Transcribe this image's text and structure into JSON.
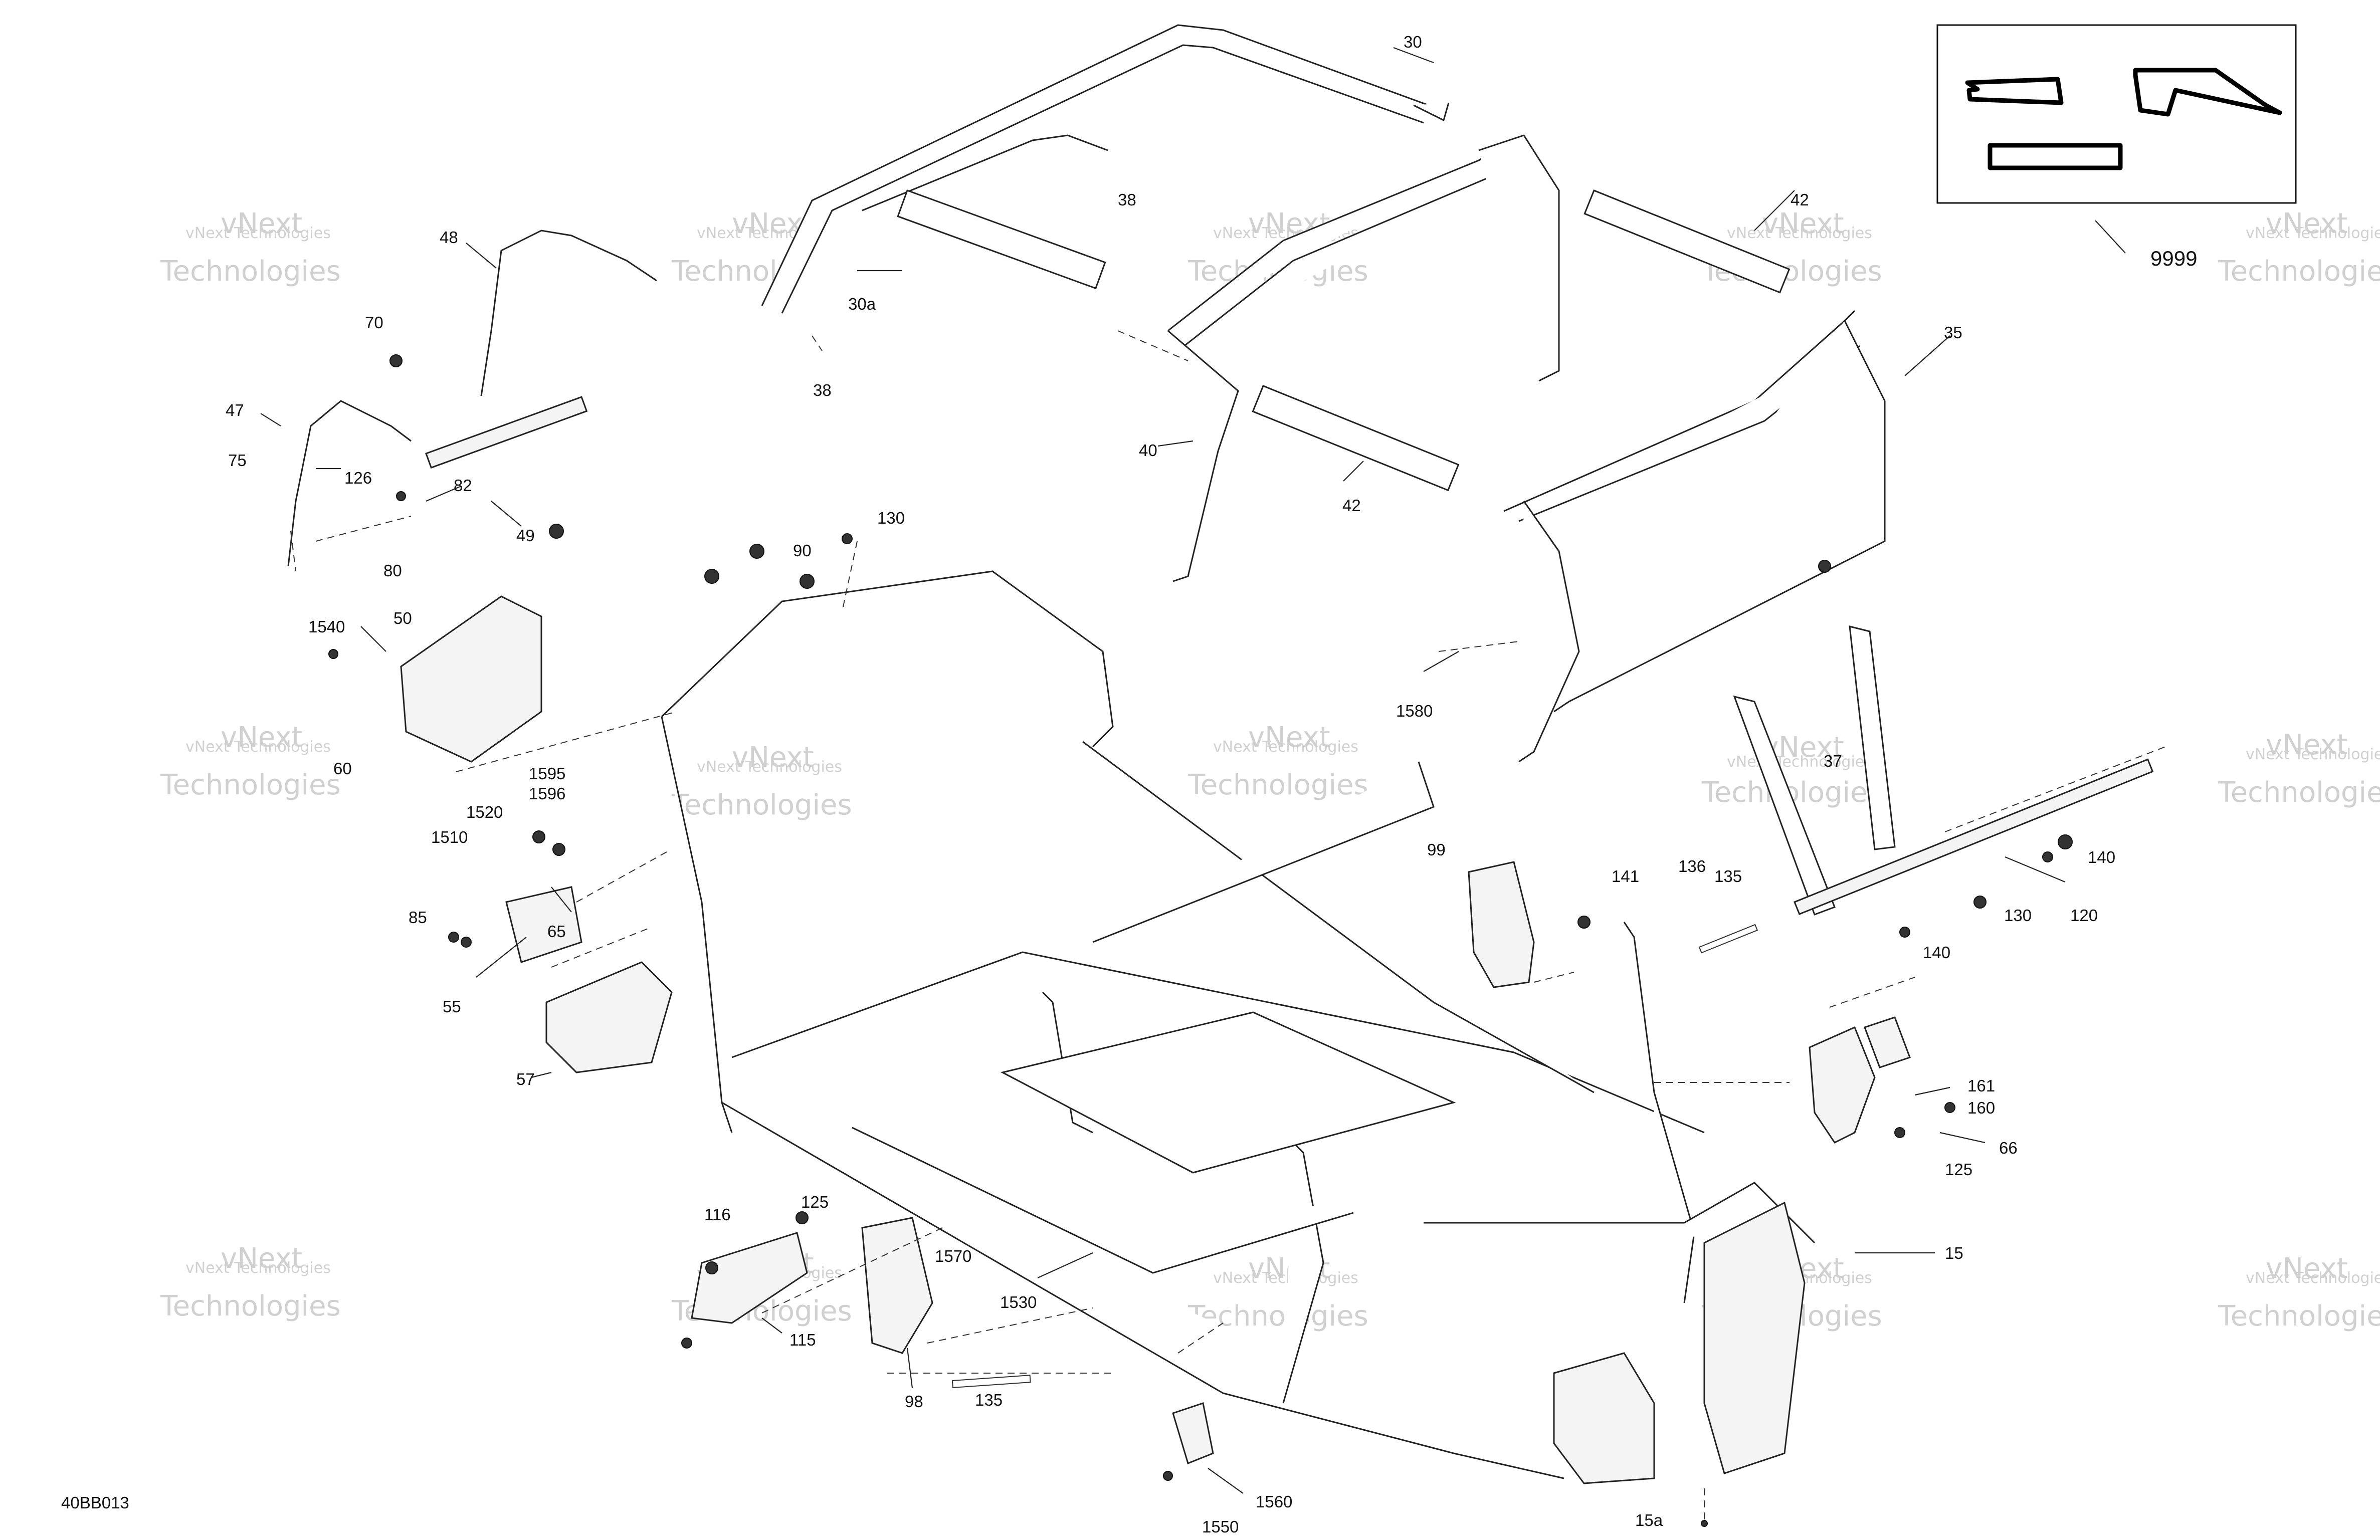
{
  "drawing_code": "40BB013",
  "watermark": {
    "line1": "vNext Technologies",
    "line2": "vNext",
    "line3": "Technologies"
  },
  "labels": [
    {
      "id": "30",
      "text": "30"
    },
    {
      "id": "38a",
      "text": "38"
    },
    {
      "id": "30a",
      "text": "30a"
    },
    {
      "id": "38b",
      "text": "38"
    },
    {
      "id": "42a",
      "text": "42"
    },
    {
      "id": "9999",
      "text": "9999"
    },
    {
      "id": "48",
      "text": "48"
    },
    {
      "id": "70",
      "text": "70"
    },
    {
      "id": "47",
      "text": "47"
    },
    {
      "id": "75",
      "text": "75"
    },
    {
      "id": "126",
      "text": "126"
    },
    {
      "id": "82",
      "text": "82"
    },
    {
      "id": "49",
      "text": "49"
    },
    {
      "id": "35",
      "text": "35"
    },
    {
      "id": "40",
      "text": "40"
    },
    {
      "id": "42b",
      "text": "42"
    },
    {
      "id": "130a",
      "text": "130"
    },
    {
      "id": "90",
      "text": "90"
    },
    {
      "id": "80",
      "text": "80"
    },
    {
      "id": "1540",
      "text": "1540"
    },
    {
      "id": "50",
      "text": "50"
    },
    {
      "id": "1580",
      "text": "1580"
    },
    {
      "id": "60",
      "text": "60"
    },
    {
      "id": "1595",
      "text": "1595"
    },
    {
      "id": "1596",
      "text": "1596"
    },
    {
      "id": "1520",
      "text": "1520"
    },
    {
      "id": "1510",
      "text": "1510"
    },
    {
      "id": "37",
      "text": "37"
    },
    {
      "id": "99",
      "text": "99"
    },
    {
      "id": "141",
      "text": "141"
    },
    {
      "id": "136",
      "text": "136"
    },
    {
      "id": "135a",
      "text": "135"
    },
    {
      "id": "140a",
      "text": "140"
    },
    {
      "id": "130b",
      "text": "130"
    },
    {
      "id": "120",
      "text": "120"
    },
    {
      "id": "140b",
      "text": "140"
    },
    {
      "id": "85",
      "text": "85"
    },
    {
      "id": "65",
      "text": "65"
    },
    {
      "id": "55",
      "text": "55"
    },
    {
      "id": "57",
      "text": "57"
    },
    {
      "id": "161",
      "text": "161"
    },
    {
      "id": "160",
      "text": "160"
    },
    {
      "id": "125a",
      "text": "125"
    },
    {
      "id": "66",
      "text": "66"
    },
    {
      "id": "116",
      "text": "116"
    },
    {
      "id": "125b",
      "text": "125"
    },
    {
      "id": "1570",
      "text": "1570"
    },
    {
      "id": "15",
      "text": "15"
    },
    {
      "id": "1530",
      "text": "1530"
    },
    {
      "id": "115",
      "text": "115"
    },
    {
      "id": "98",
      "text": "98"
    },
    {
      "id": "135b",
      "text": "135"
    },
    {
      "id": "1560",
      "text": "1560"
    },
    {
      "id": "1550",
      "text": "1550"
    },
    {
      "id": "15a",
      "text": "15a"
    }
  ]
}
